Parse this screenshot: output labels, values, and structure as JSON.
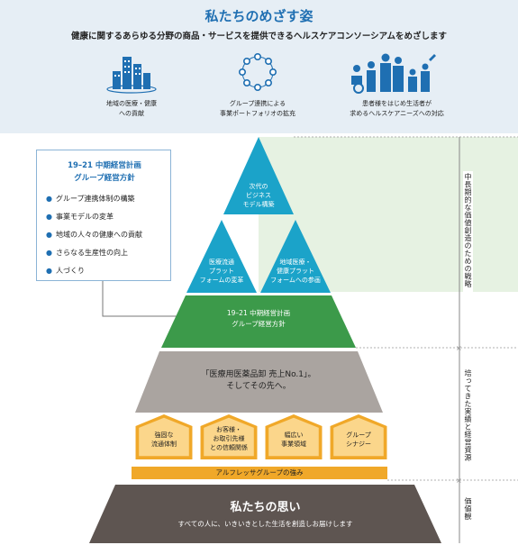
{
  "header": {
    "title": "私たちのめざす姿",
    "subtitle": "健康に関するあらゆる分野の商品・サービスを提供できるヘルスケアコンソーシアムをめざします",
    "features": [
      {
        "icon": "city-buildings-icon",
        "line1": "地域の医療・健康",
        "line2": "への貢献"
      },
      {
        "icon": "connected-circle-icon",
        "line1": "グループ連携による",
        "line2": "事業ポートフォリオの拡充"
      },
      {
        "icon": "people-family-icon",
        "line1": "患者様をはじめ生活者が",
        "line2": "求めるヘルスケアニーズへの対応"
      }
    ]
  },
  "policy": {
    "title_line1": "19–21 中期経営計画",
    "title_line2": "グループ経営方針",
    "items": [
      "グループ連携体制の構築",
      "事業モデルの変革",
      "地域の人々の健康への貢献",
      "さらなる生産性の向上",
      "人づくり"
    ]
  },
  "pyramid": {
    "top": [
      "次代の",
      "ビジネス",
      "モデル構築"
    ],
    "left": [
      "医療流通",
      "プラット",
      "フォームの変革"
    ],
    "right": [
      "地域医療・",
      "健康プラット",
      "フォームへの参画"
    ],
    "green_band": [
      "19–21 中期経営計画",
      "グループ経営方針"
    ],
    "gray_band": [
      "「医療用医薬品卸 売上No.1」。",
      "そしてその先へ。"
    ],
    "strengths": [
      [
        "強固な",
        "流通体制"
      ],
      [
        "お客様・",
        "お取引先様",
        "との信頼関係"
      ],
      [
        "幅広い",
        "事業領域"
      ],
      [
        "グループ",
        "シナジー"
      ]
    ],
    "strength_bar": "アルフレッサグループの強み",
    "base_title": "私たちの思い",
    "base_sub": "すべての人に、いきいきとした生活を創造しお届けします"
  },
  "side_labels": {
    "strategy": "中長期的な価値創造のための戦略",
    "resources": "培ってきた実績と経営資源",
    "values": "価値観"
  },
  "colors": {
    "blue": "#1f6fb2",
    "teal": "#1ba3c9",
    "green": "#3c9a4a",
    "gray": "#aaa4a0",
    "orange": "#f0a829",
    "dark": "#5e5551"
  }
}
